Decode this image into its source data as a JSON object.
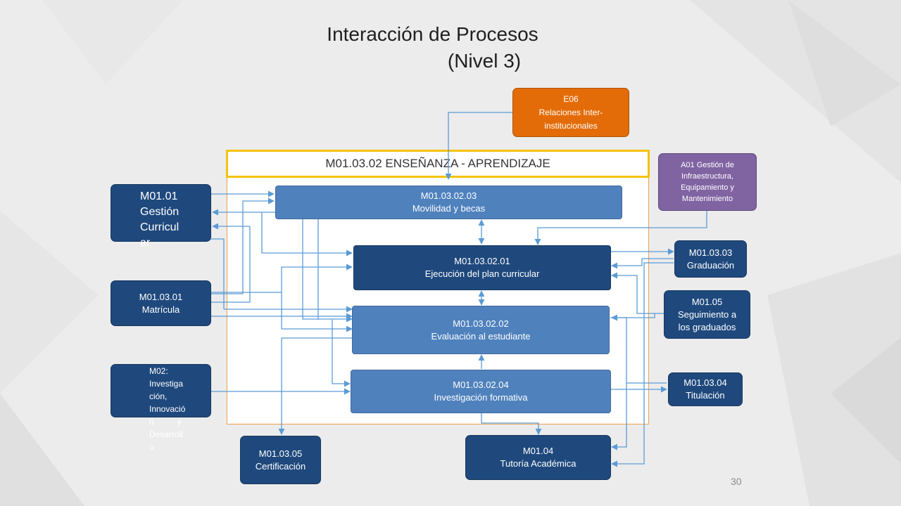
{
  "slide": {
    "title_line1": "Interacción de Procesos",
    "title_line2": "(Nivel 3)",
    "page_number": "30"
  },
  "header": {
    "label": "M01.03.02 ENSEÑANZA - APRENDIZAJE"
  },
  "boxes": {
    "e06": {
      "line1": "E06",
      "line2": "Relaciones Inter-",
      "line3": "institucionales"
    },
    "a01": {
      "line1": "A01 Gestión de",
      "line2": "Infraestructura,",
      "line3": "Equipamiento y",
      "line4": "Mantenimiento"
    },
    "m01_01": {
      "line1": "M01.01",
      "line2": "Gestión",
      "line3": "Curricul",
      "line4": "ar"
    },
    "m01_03_01": {
      "line1": "M01.03.01",
      "line2": "Matrícula"
    },
    "m02": {
      "line1": "M02:",
      "line2": "Investiga",
      "line3": "ción,",
      "line4": "Innovació",
      "line5": "n          y",
      "line6": "Desarroll",
      "line7": "o"
    },
    "m01_03_05": {
      "line1": "M01.03.05",
      "line2": "Certificación"
    },
    "m01_04": {
      "line1": "M01.04",
      "line2": "Tutoría Académica"
    },
    "m01_03_03": {
      "line1": "M01.03.03",
      "line2": "Graduación"
    },
    "m01_05": {
      "line1": "M01.05",
      "line2": "Seguimiento a",
      "line3": "los graduados"
    },
    "m01_03_04": {
      "line1": "M01.03.04",
      "line2": "Titulación"
    },
    "m01_03_02_03": {
      "line1": "M01.03.02.03",
      "line2": "Movilidad y becas"
    },
    "m01_03_02_01": {
      "line1": "M01.03.02.01",
      "line2": "Ejecución del plan curricular"
    },
    "m01_03_02_02": {
      "line1": "M01.03.02.02",
      "line2": "Evaluación al estudiante"
    },
    "m01_03_02_04": {
      "line1": "M01.03.02.04",
      "line2": "Investigación formativa"
    }
  },
  "colors": {
    "dark_box": "#1f497d",
    "mid_box": "#4f81bd",
    "orange_box": "#e36c09",
    "purple_box": "#8064a2",
    "connector": "#5b9bd5",
    "header_border": "#f5c211"
  }
}
